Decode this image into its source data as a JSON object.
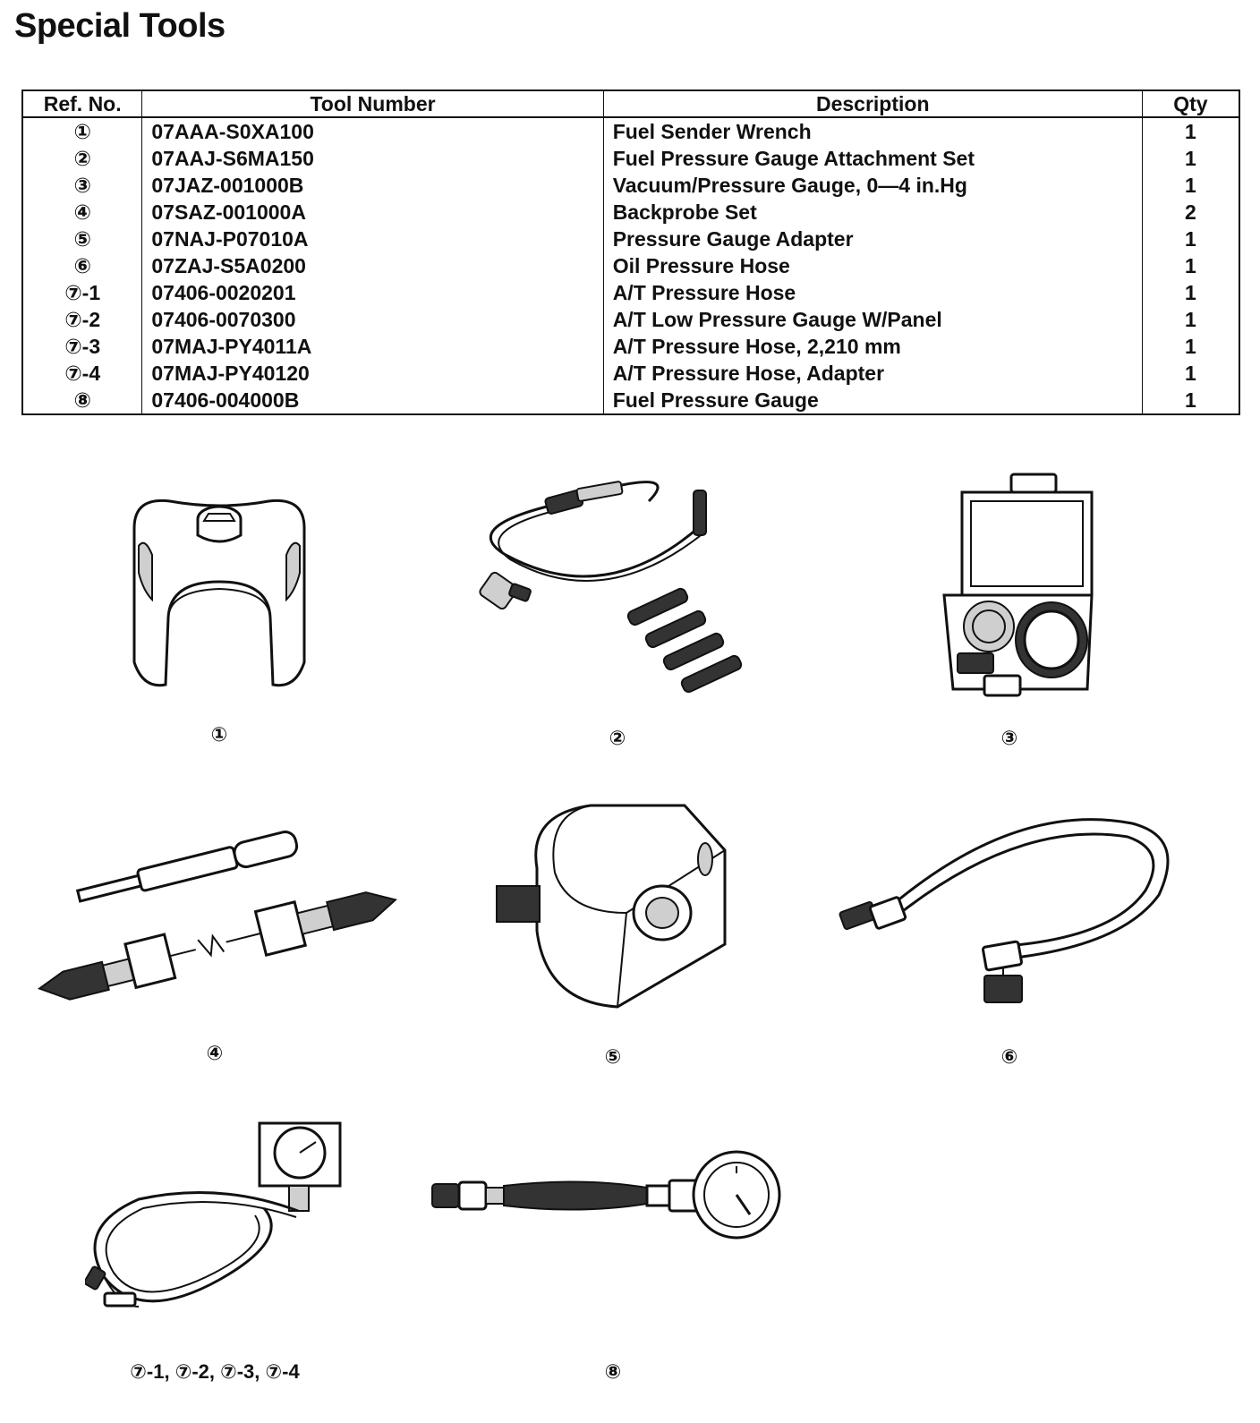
{
  "title": "Special Tools",
  "table": {
    "headers": {
      "ref": "Ref. No.",
      "tool": "Tool Number",
      "desc": "Description",
      "qty": "Qty"
    },
    "rows": [
      {
        "ref": "①",
        "tool": "07AAA-S0XA100",
        "desc": "Fuel Sender Wrench",
        "qty": "1"
      },
      {
        "ref": "②",
        "tool": "07AAJ-S6MA150",
        "desc": "Fuel Pressure Gauge Attachment Set",
        "qty": "1"
      },
      {
        "ref": "③",
        "tool": "07JAZ-001000B",
        "desc": "Vacuum/Pressure Gauge, 0—4 in.Hg",
        "qty": "1"
      },
      {
        "ref": "④",
        "tool": "07SAZ-001000A",
        "desc": "Backprobe Set",
        "qty": "2"
      },
      {
        "ref": "⑤",
        "tool": "07NAJ-P07010A",
        "desc": "Pressure Gauge Adapter",
        "qty": "1"
      },
      {
        "ref": "⑥",
        "tool": "07ZAJ-S5A0200",
        "desc": "Oil Pressure Hose",
        "qty": "1"
      },
      {
        "ref": "⑦-1",
        "tool": "07406-0020201",
        "desc": "A/T Pressure Hose",
        "qty": "1"
      },
      {
        "ref": "⑦-2",
        "tool": "07406-0070300",
        "desc": "A/T Low Pressure Gauge W/Panel",
        "qty": "1"
      },
      {
        "ref": "⑦-3",
        "tool": "07MAJ-PY4011A",
        "desc": "A/T Pressure Hose, 2,210 mm",
        "qty": "1"
      },
      {
        "ref": "⑦-4",
        "tool": "07MAJ-PY40120",
        "desc": "A/T Pressure Hose, Adapter",
        "qty": "1"
      },
      {
        "ref": "⑧",
        "tool": "07406-004000B",
        "desc": "Fuel Pressure Gauge",
        "qty": "1"
      }
    ]
  },
  "captions": {
    "c1": "①",
    "c2": "②",
    "c3": "③",
    "c4": "④",
    "c5": "⑤",
    "c6": "⑥",
    "c7": "⑦-1, ⑦-2, ⑦-3, ⑦-4",
    "c8": "⑧"
  },
  "illustrations": [
    {
      "id": "1",
      "icon": "fuel-sender-wrench-icon"
    },
    {
      "id": "2",
      "icon": "gauge-attachment-set-icon"
    },
    {
      "id": "3",
      "icon": "gauge-case-icon"
    },
    {
      "id": "4",
      "icon": "backprobe-set-icon"
    },
    {
      "id": "5",
      "icon": "pressure-adapter-icon"
    },
    {
      "id": "6",
      "icon": "oil-pressure-hose-icon"
    },
    {
      "id": "7",
      "icon": "at-pressure-gauge-hose-icon"
    },
    {
      "id": "8",
      "icon": "fuel-pressure-gauge-icon"
    }
  ]
}
